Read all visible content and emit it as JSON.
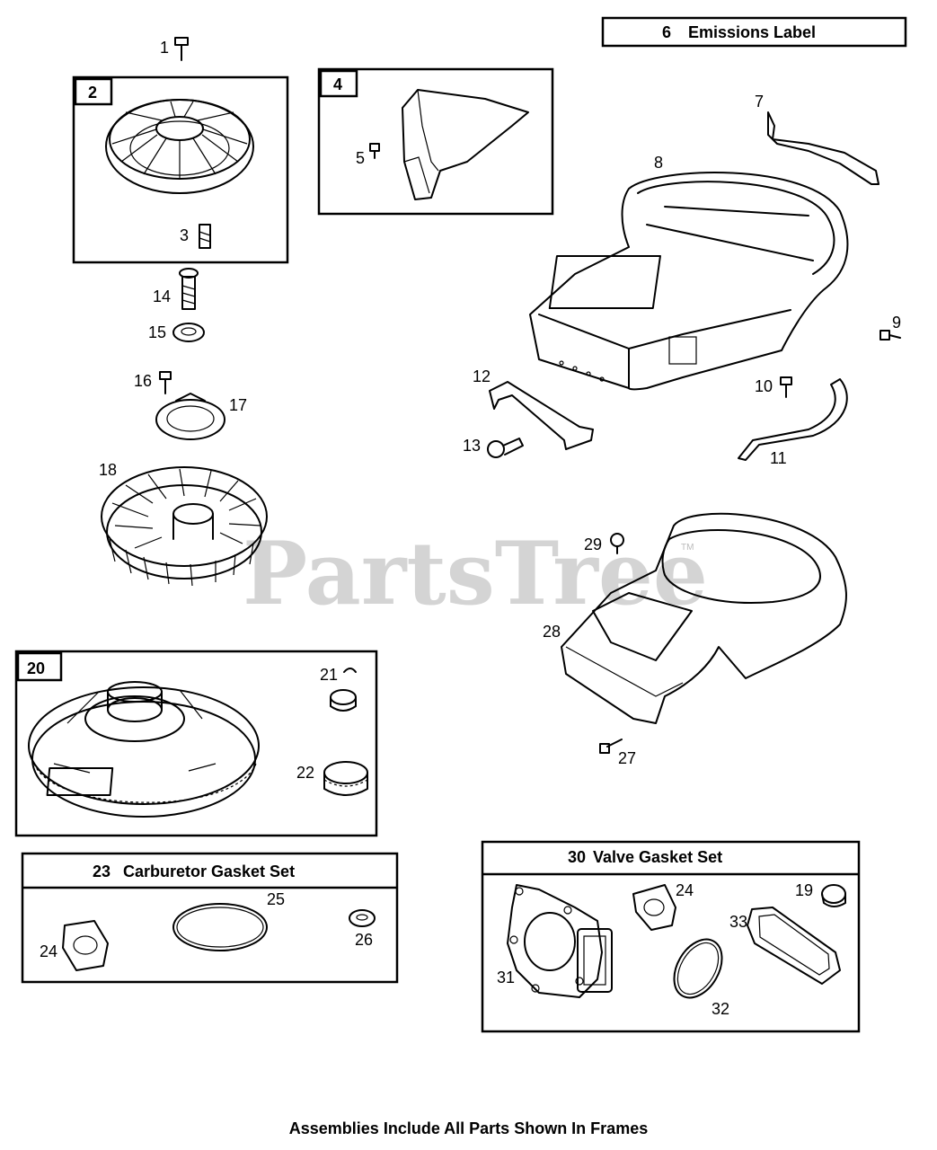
{
  "watermark": "PartsTree",
  "trademark": "TM",
  "frames": {
    "emissions_label": {
      "number": "6",
      "title": "Emissions Label"
    },
    "frame_2": {
      "number": "2"
    },
    "frame_4": {
      "number": "4"
    },
    "frame_20": {
      "number": "20"
    },
    "carburetor_gasket_set": {
      "number": "23",
      "title": "Carburetor Gasket Set"
    },
    "valve_gasket_set": {
      "number": "30",
      "title": "Valve Gasket Set"
    }
  },
  "callouts": {
    "c1": "1",
    "c3": "3",
    "c5": "5",
    "c7": "7",
    "c8": "8",
    "c9": "9",
    "c10": "10",
    "c11": "11",
    "c12": "12",
    "c13": "13",
    "c14": "14",
    "c15": "15",
    "c16": "16",
    "c17": "17",
    "c18": "18",
    "c19": "19",
    "c21": "21",
    "c22": "22",
    "c24a": "24",
    "c24b": "24",
    "c25": "25",
    "c26": "26",
    "c27": "27",
    "c28": "28",
    "c29": "29",
    "c31": "31",
    "c32": "32",
    "c33": "33"
  },
  "footer": "Assemblies Include All Parts Shown In Frames"
}
